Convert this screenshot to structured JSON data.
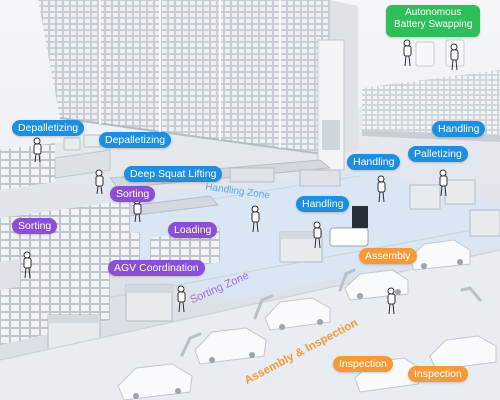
{
  "colors": {
    "handling": "#1e8fe0",
    "sorting": "#8b4fd6",
    "assembly": "#f59a36",
    "battery": "#2fbf5a"
  },
  "labels": {
    "battery_swapping": [
      "Autonomous",
      "Battery Swapping"
    ],
    "depalletizing_1": "Depalletizing",
    "depalletizing_2": "Depalletizing",
    "deep_squat_lifting": "Deep Squat Lifting",
    "handling_1": "Handling",
    "handling_2": "Handling",
    "handling_3": "Handling",
    "palletizing": "Palletizing",
    "sorting_1": "Sorting",
    "sorting_2": "Sorting",
    "loading": "Loading",
    "agv_coordination": "AGV Coordination",
    "assembly": "Assembly",
    "inspection_1": "Inspection",
    "inspection_2": "Inspection"
  },
  "zones": {
    "handling": "Handling Zone",
    "sorting": "Sorting Zone",
    "assembly_inspection": "Assembly & Inspection"
  }
}
